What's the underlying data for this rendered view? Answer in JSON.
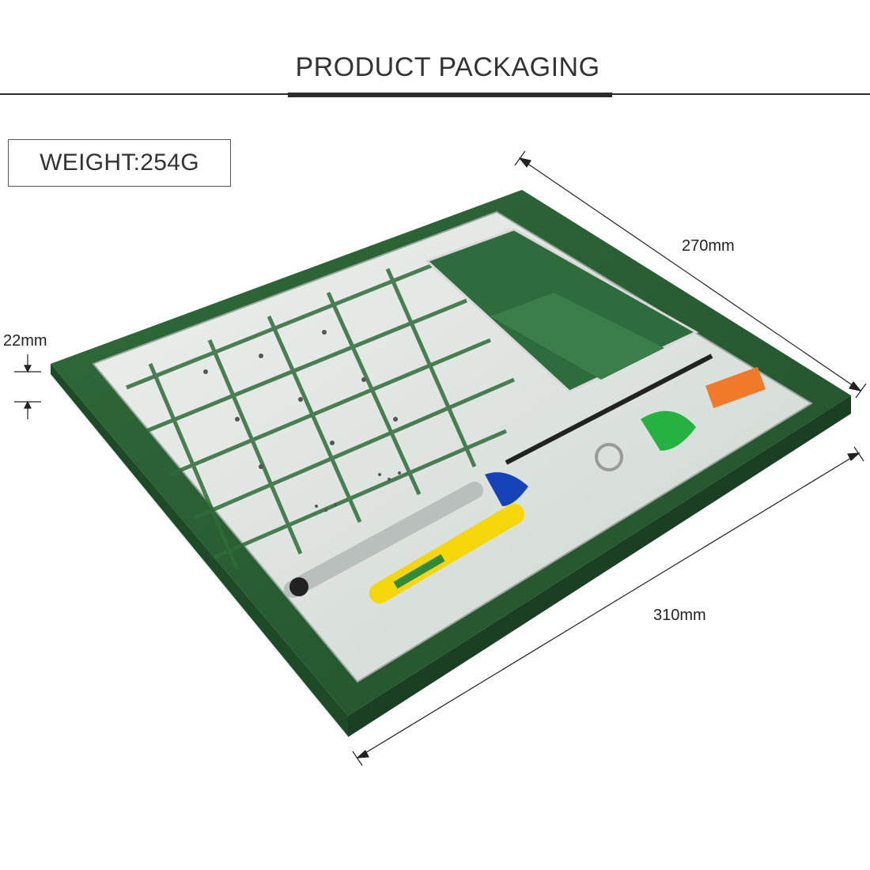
{
  "header": {
    "title": "PRODUCT PACKAGING"
  },
  "weight": {
    "label": "WEIGHT:254G"
  },
  "dimensions": {
    "width": "270mm",
    "length": "310mm",
    "height": "22mm"
  },
  "colors": {
    "box_green": "#2f6b3a",
    "box_green_dark": "#1f4a28",
    "tray": "#dde3de",
    "accent_yellow": "#f5d60a"
  }
}
